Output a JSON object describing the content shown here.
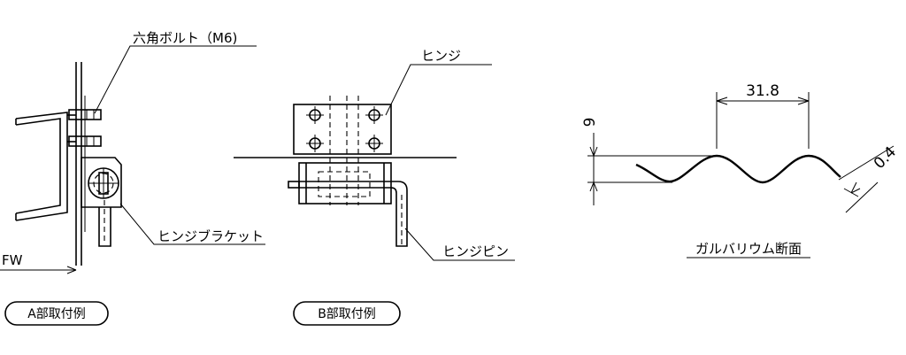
{
  "detail_a": {
    "bolt_label": "六角ボルト（M6)",
    "bracket_label": "ヒンジブラケット",
    "fw_label": "FW",
    "caption": "A部取付例"
  },
  "detail_b": {
    "hinge_label": "ヒンジ",
    "pin_label": "ヒンジピン",
    "caption": "B部取付例"
  },
  "section": {
    "pitch": "31.8",
    "height": "9",
    "thickness": "0.4",
    "caption": "ガルバリウム断面"
  }
}
